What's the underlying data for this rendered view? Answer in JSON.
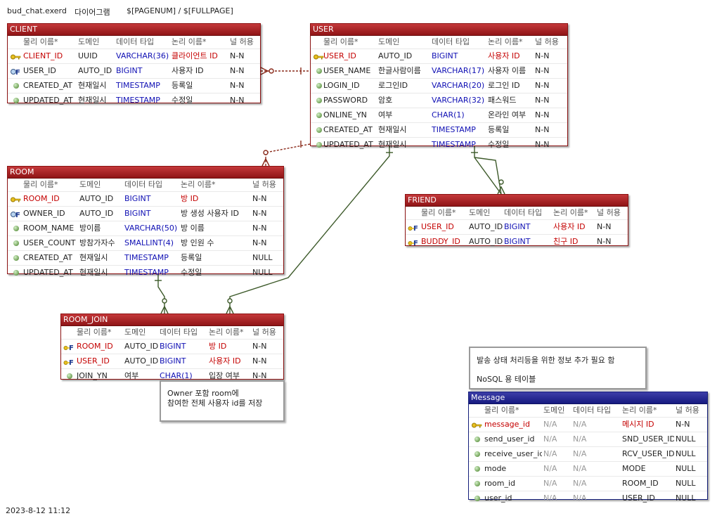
{
  "header": {
    "file_name": "bud_chat.exerd",
    "view_name": "다이어그램",
    "page_info": "$[PAGENUM] / $[FULLPAGE]"
  },
  "footer": {
    "timestamp": "2023-8-12 11:12"
  },
  "tables": {
    "client": {
      "title": "CLIENT",
      "headers": [
        "물리 이름*",
        "도메인",
        "데이터 타입",
        "논리 이름*",
        "널 허용"
      ],
      "rows": [
        {
          "key": "pk",
          "name": "CLIENT_ID",
          "domain": "UUID",
          "type": "VARCHAR(36)",
          "logical": "클라이언트 ID",
          "nullable": "N-N"
        },
        {
          "key": "fk",
          "name": "USER_ID",
          "domain": "AUTO_ID",
          "type": "BIGINT",
          "logical": "사용자 ID",
          "nullable": "N-N"
        },
        {
          "key": "none",
          "name": "CREATED_AT",
          "domain": "현재일시",
          "type": "TIMESTAMP",
          "logical": "등록일",
          "nullable": "N-N"
        },
        {
          "key": "none",
          "name": "UPDATED_AT",
          "domain": "현재일시",
          "type": "TIMESTAMP",
          "logical": "수정일",
          "nullable": "N-N"
        }
      ]
    },
    "user": {
      "title": "USER",
      "headers": [
        "물리 이름*",
        "도메인",
        "데이터 타입",
        "논리 이름*",
        "널 허용"
      ],
      "rows": [
        {
          "key": "pk",
          "name": "USER_ID",
          "domain": "AUTO_ID",
          "type": "BIGINT",
          "logical": "사용자 ID",
          "nullable": "N-N"
        },
        {
          "key": "none",
          "name": "USER_NAME",
          "domain": "한글사람이름",
          "type": "VARCHAR(17)",
          "logical": "사용자 이름",
          "nullable": "N-N"
        },
        {
          "key": "none",
          "name": "LOGIN_ID",
          "domain": "로그인ID",
          "type": "VARCHAR(20)",
          "logical": "로그인 ID",
          "nullable": "N-N"
        },
        {
          "key": "none",
          "name": "PASSWORD",
          "domain": "암호",
          "type": "VARCHAR(32)",
          "logical": "패스워드",
          "nullable": "N-N"
        },
        {
          "key": "none",
          "name": "ONLINE_YN",
          "domain": "여부",
          "type": "CHAR(1)",
          "logical": "온라인 여부",
          "nullable": "N-N"
        },
        {
          "key": "none",
          "name": "CREATED_AT",
          "domain": "현재일시",
          "type": "TIMESTAMP",
          "logical": "등록일",
          "nullable": "N-N"
        },
        {
          "key": "none",
          "name": "UPDATED_AT",
          "domain": "현재일시",
          "type": "TIMESTAMP",
          "logical": "수정일",
          "nullable": "N-N"
        }
      ]
    },
    "room": {
      "title": "ROOM",
      "headers": [
        "물리 이름*",
        "도메인",
        "데이터 타입",
        "논리 이름*",
        "널 허용"
      ],
      "rows": [
        {
          "key": "pk",
          "name": "ROOM_ID",
          "domain": "AUTO_ID",
          "type": "BIGINT",
          "logical": "방 ID",
          "nullable": "N-N"
        },
        {
          "key": "fk",
          "name": "OWNER_ID",
          "domain": "AUTO_ID",
          "type": "BIGINT",
          "logical": "방 생성 사용자 ID",
          "nullable": "N-N"
        },
        {
          "key": "none",
          "name": "ROOM_NAME",
          "domain": "방이름",
          "type": "VARCHAR(50)",
          "logical": "방 이름",
          "nullable": "N-N"
        },
        {
          "key": "none",
          "name": "USER_COUNT",
          "domain": "방참가자수",
          "type": "SMALLINT(4)",
          "logical": "방 인원 수",
          "nullable": "N-N"
        },
        {
          "key": "none",
          "name": "CREATED_AT",
          "domain": "현재일시",
          "type": "TIMESTAMP",
          "logical": "등록일",
          "nullable": "NULL"
        },
        {
          "key": "none",
          "name": "UPDATED_AT",
          "domain": "현재일시",
          "type": "TIMESTAMP",
          "logical": "수정일",
          "nullable": "NULL"
        }
      ]
    },
    "friend": {
      "title": "FRIEND",
      "headers": [
        "물리 이름*",
        "도메인",
        "데이터 타입",
        "논리 이름*",
        "널 허용"
      ],
      "rows": [
        {
          "key": "pfk",
          "name": "USER_ID",
          "domain": "AUTO_ID",
          "type": "BIGINT",
          "logical": "사용자 ID",
          "nullable": "N-N"
        },
        {
          "key": "pfk",
          "name": "BUDDY_ID",
          "domain": "AUTO_ID",
          "type": "BIGINT",
          "logical": "친구 ID",
          "nullable": "N-N"
        }
      ]
    },
    "room_join": {
      "title": "ROOM_JOIN",
      "headers": [
        "물리 이름*",
        "도메인",
        "데이터 타입",
        "논리 이름*",
        "널 허용"
      ],
      "rows": [
        {
          "key": "pfk",
          "name": "ROOM_ID",
          "domain": "AUTO_ID",
          "type": "BIGINT",
          "logical": "방 ID",
          "nullable": "N-N"
        },
        {
          "key": "pfk",
          "name": "USER_ID",
          "domain": "AUTO_ID",
          "type": "BIGINT",
          "logical": "사용자 ID",
          "nullable": "N-N"
        },
        {
          "key": "none",
          "name": "JOIN_YN",
          "domain": "여부",
          "type": "CHAR(1)",
          "logical": "입장 여부",
          "nullable": "N-N"
        }
      ]
    },
    "message": {
      "title": "Message",
      "headers": [
        "물리 이름*",
        "도메인",
        "데이터 타입",
        "논리 이름*",
        "널 허용"
      ],
      "rows": [
        {
          "key": "pk",
          "name": "message_id",
          "domain": "N/A",
          "type": "N/A",
          "logical": "메시지 ID",
          "nullable": "N-N"
        },
        {
          "key": "none",
          "name": "send_user_id",
          "domain": "N/A",
          "type": "N/A",
          "logical": "SND_USER_ID",
          "nullable": "NULL"
        },
        {
          "key": "none",
          "name": "receive_user_id",
          "domain": "N/A",
          "type": "N/A",
          "logical": "RCV_USER_ID",
          "nullable": "NULL"
        },
        {
          "key": "none",
          "name": "mode",
          "domain": "N/A",
          "type": "N/A",
          "logical": "MODE",
          "nullable": "NULL"
        },
        {
          "key": "none",
          "name": "room_id",
          "domain": "N/A",
          "type": "N/A",
          "logical": "ROOM_ID",
          "nullable": "NULL"
        },
        {
          "key": "none",
          "name": "user_id",
          "domain": "N/A",
          "type": "N/A",
          "logical": "USER_ID",
          "nullable": "NULL"
        }
      ]
    }
  },
  "notes": {
    "room_owner": [
      "Owner 포함 room에",
      "참여한 전체 사용자 id를 저장"
    ],
    "message_info": [
      "발송 상태 처리등을 위한 정보 추가 필요 함",
      "NoSQL 용 테이블"
    ]
  },
  "colors": {
    "table_header": "#a81c1e",
    "message_header": "#1e2490",
    "pk_text": "#c40000",
    "type_text": "#1010b4",
    "relation_identifying": "#3d5a2a",
    "relation_optional": "#8a2a1a"
  }
}
